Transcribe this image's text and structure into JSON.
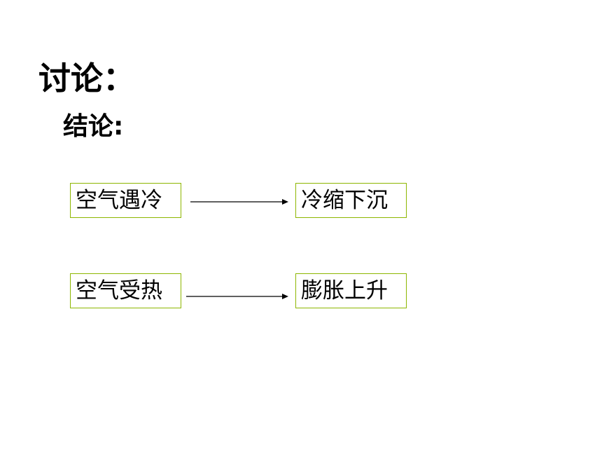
{
  "heading": "讨论：",
  "conclusion": "结论:",
  "relations": [
    {
      "cause": "空气遇冷",
      "effect": "冷缩下沉"
    },
    {
      "cause": "空气受热",
      "effect": "膨胀上升"
    }
  ],
  "colors": {
    "box_border": "#8db600",
    "text": "#000000",
    "arrow": "#000000"
  }
}
